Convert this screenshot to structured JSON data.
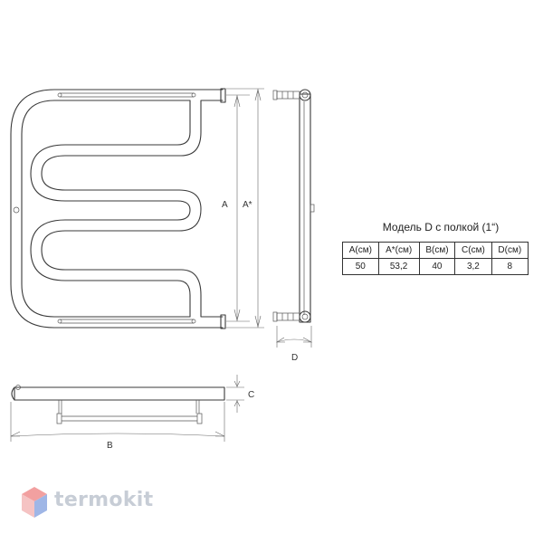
{
  "dimension_labels": {
    "a": "A",
    "a_star": "A*",
    "b": "B",
    "c": "C",
    "d": "D"
  },
  "spec": {
    "title": "Модель D с полкой (1“)",
    "headers": [
      "A(см)",
      "A*(см)",
      "B(см)",
      "C(см)",
      "D(см)"
    ],
    "values": [
      "50",
      "53,2",
      "40",
      "3,2",
      "8"
    ]
  },
  "brand": {
    "name": "termokit",
    "colors": {
      "text": "#c7cdd6",
      "logo_top": "#f2a0a0",
      "logo_left": "#f5c3c3",
      "logo_right": "#9fb6e6"
    }
  },
  "colors": {
    "line": "#3a3a3a",
    "background": "#ffffff"
  }
}
